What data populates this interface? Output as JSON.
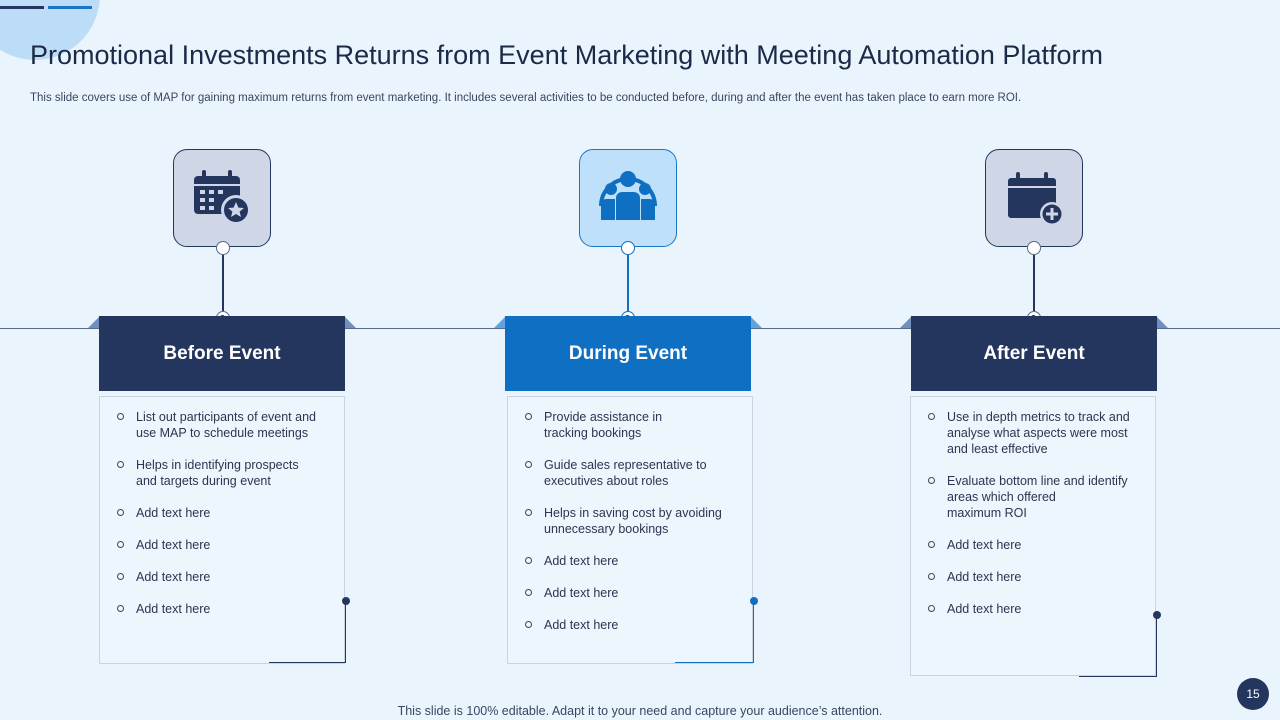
{
  "slide": {
    "title": "Promotional Investments Returns from Event Marketing with Meeting Automation Platform",
    "subtitle": "This slide covers use of MAP  for gaining maximum returns from event marketing. It includes several activities to be conducted before, during and after the event has taken place to earn more ROI.",
    "footer": "This slide is 100% editable. Adapt it to your need and capture your audience’s attention.",
    "page_number": "15"
  },
  "colors": {
    "navy": "#24365e",
    "blue": "#0f6fc2",
    "background": "#eaf4fd"
  },
  "stages": [
    {
      "label": "Before Event",
      "icon": "calendar-star-icon",
      "items": [
        "List out participants of event  and\nuse MAP to schedule meetings",
        "Helps in identifying prospects\nand targets during event",
        "Add text here",
        "Add text here",
        "Add text here",
        "Add text here"
      ]
    },
    {
      "label": "During Event",
      "icon": "group-icon",
      "items": [
        "Provide  assistance in\ntracking bookings",
        "Guide sales representative  to\nexecutives about roles",
        "Helps in saving cost by avoiding\nunnecessary bookings",
        "Add text here",
        "Add text here",
        "Add text here"
      ]
    },
    {
      "label": "After Event",
      "icon": "calendar-add-icon",
      "items": [
        "Use in depth metrics to track and\nanalyse what aspects were  most\nand least effective",
        "Evaluate  bottom line and identify\nareas which offered\n maximum ROI",
        "Add text here",
        "Add text here",
        "Add text here"
      ]
    }
  ]
}
